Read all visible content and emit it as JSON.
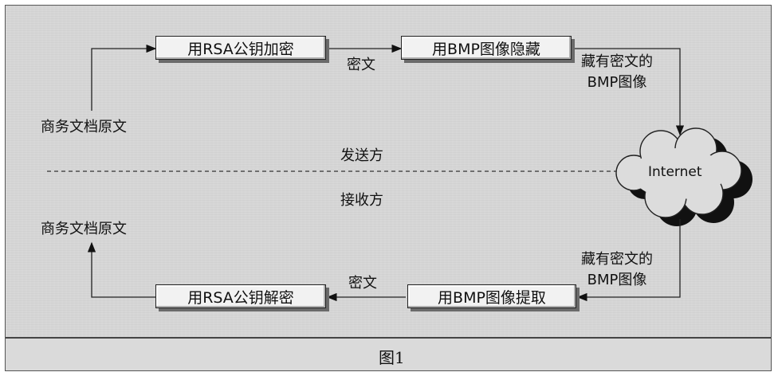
{
  "sender": {
    "source_doc": "商务文档原文",
    "encrypt_box": "用RSA公钥加密",
    "ciphertext": "密文",
    "hide_box": "用BMP图像隐藏",
    "stego_line1": "藏有密文的",
    "stego_line2": "BMP图像",
    "side_label": "发送方"
  },
  "network": {
    "cloud": "Internet"
  },
  "receiver": {
    "side_label": "接收方",
    "stego_line1": "藏有密文的",
    "stego_line2": "BMP图像",
    "extract_box": "用BMP图像提取",
    "ciphertext": "密文",
    "decrypt_box": "用RSA公钥解密",
    "result_doc": "商务文档原文"
  },
  "caption": "图1"
}
